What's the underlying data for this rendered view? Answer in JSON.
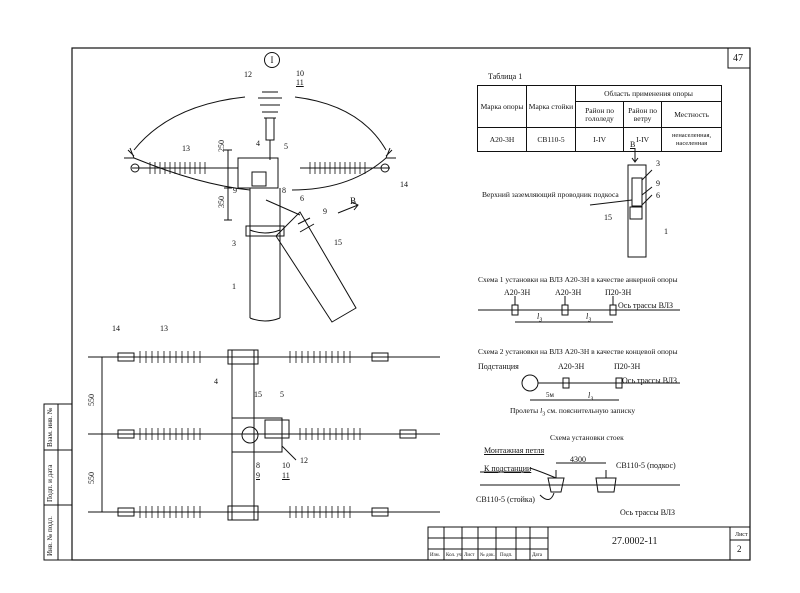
{
  "sheet": {
    "page_number": "47",
    "doc_code": "27.0002-11",
    "sheet_label": "Лист",
    "sheet_number": "2"
  },
  "stamp_headers": [
    "Изм.",
    "Кол. уч",
    "Лист",
    "№ док.",
    "Подп.",
    "Дата"
  ],
  "side_stamp": [
    "Инв. № подл.",
    "Подп. и дата",
    "Взам. инв. №"
  ],
  "table1": {
    "title": "Таблица 1",
    "col_mark": "Марка опоры",
    "col_post": "Марка стойки",
    "col_area": "Область применения опоры",
    "sub_ice": "Район по гололеду",
    "sub_wind": "Район по ветру",
    "sub_terrain": "Местность",
    "row": {
      "mark": "А20-3Н",
      "post": "СВ110-5",
      "ice": "I-IV",
      "wind": "I-IV",
      "terrain": "ненаселенная, населенная"
    }
  },
  "main_view": {
    "circle_label": "I",
    "labels": {
      "l12": "12",
      "l10": "10",
      "l11": "11",
      "l13": "13",
      "l4": "4",
      "l5": "5",
      "l9": "9",
      "l8": "8",
      "l14": "14",
      "l6": "6",
      "l9b": "9",
      "l15": "15",
      "l3": "3",
      "l1": "1",
      "dim250": "250",
      "dim350": "350",
      "view_arrow": "В"
    }
  },
  "detail_v": {
    "title": "В",
    "ground_text": "Верхний заземляющий проводник подкоса",
    "labels": {
      "l3": "3",
      "l9": "9",
      "l6": "6",
      "l15": "15",
      "l1": "1"
    }
  },
  "scheme1": {
    "title": "Схема 1 установки на ВЛЗ А20-3Н в качестве анкерной опоры",
    "pole1": "А20-3Н",
    "pole2": "А20-3Н",
    "pole3": "П20-3Н",
    "span1": "l",
    "span1_sub": "3",
    "span2": "l",
    "span2_sub": "3",
    "axis": "Ось трассы ВЛЗ"
  },
  "scheme2": {
    "title": "Схема 2 установки на ВЛЗ А20-3Н в качестве концевой опоры",
    "substation": "Подстанция",
    "pole1": "А20-3Н",
    "pole2": "П20-3Н",
    "axis": "Ось трассы ВЛЗ",
    "dist": "5м",
    "span": "l",
    "span_sub": "3",
    "note_pre": "Пролеты",
    "note_l": "l",
    "note_sub": "3",
    "note_post": "см. пояснительную записку"
  },
  "posts_scheme": {
    "title": "Схема установки стоек",
    "loop": "Монтажная петля",
    "to_sub": "К подстанции",
    "dim": "4300",
    "post_upright": "СВ110-5 (стойка)",
    "post_brace": "СВ110-5 (подкос)",
    "axis": "Ось трассы ВЛЗ"
  },
  "plan_view": {
    "labels": {
      "l14": "14",
      "l13": "13",
      "l4": "4",
      "l15": "15",
      "l5": "5",
      "l12": "12",
      "l8": "8",
      "l9": "9",
      "l10": "10",
      "l11": "11",
      "dim550a": "550",
      "dim550b": "550"
    }
  }
}
